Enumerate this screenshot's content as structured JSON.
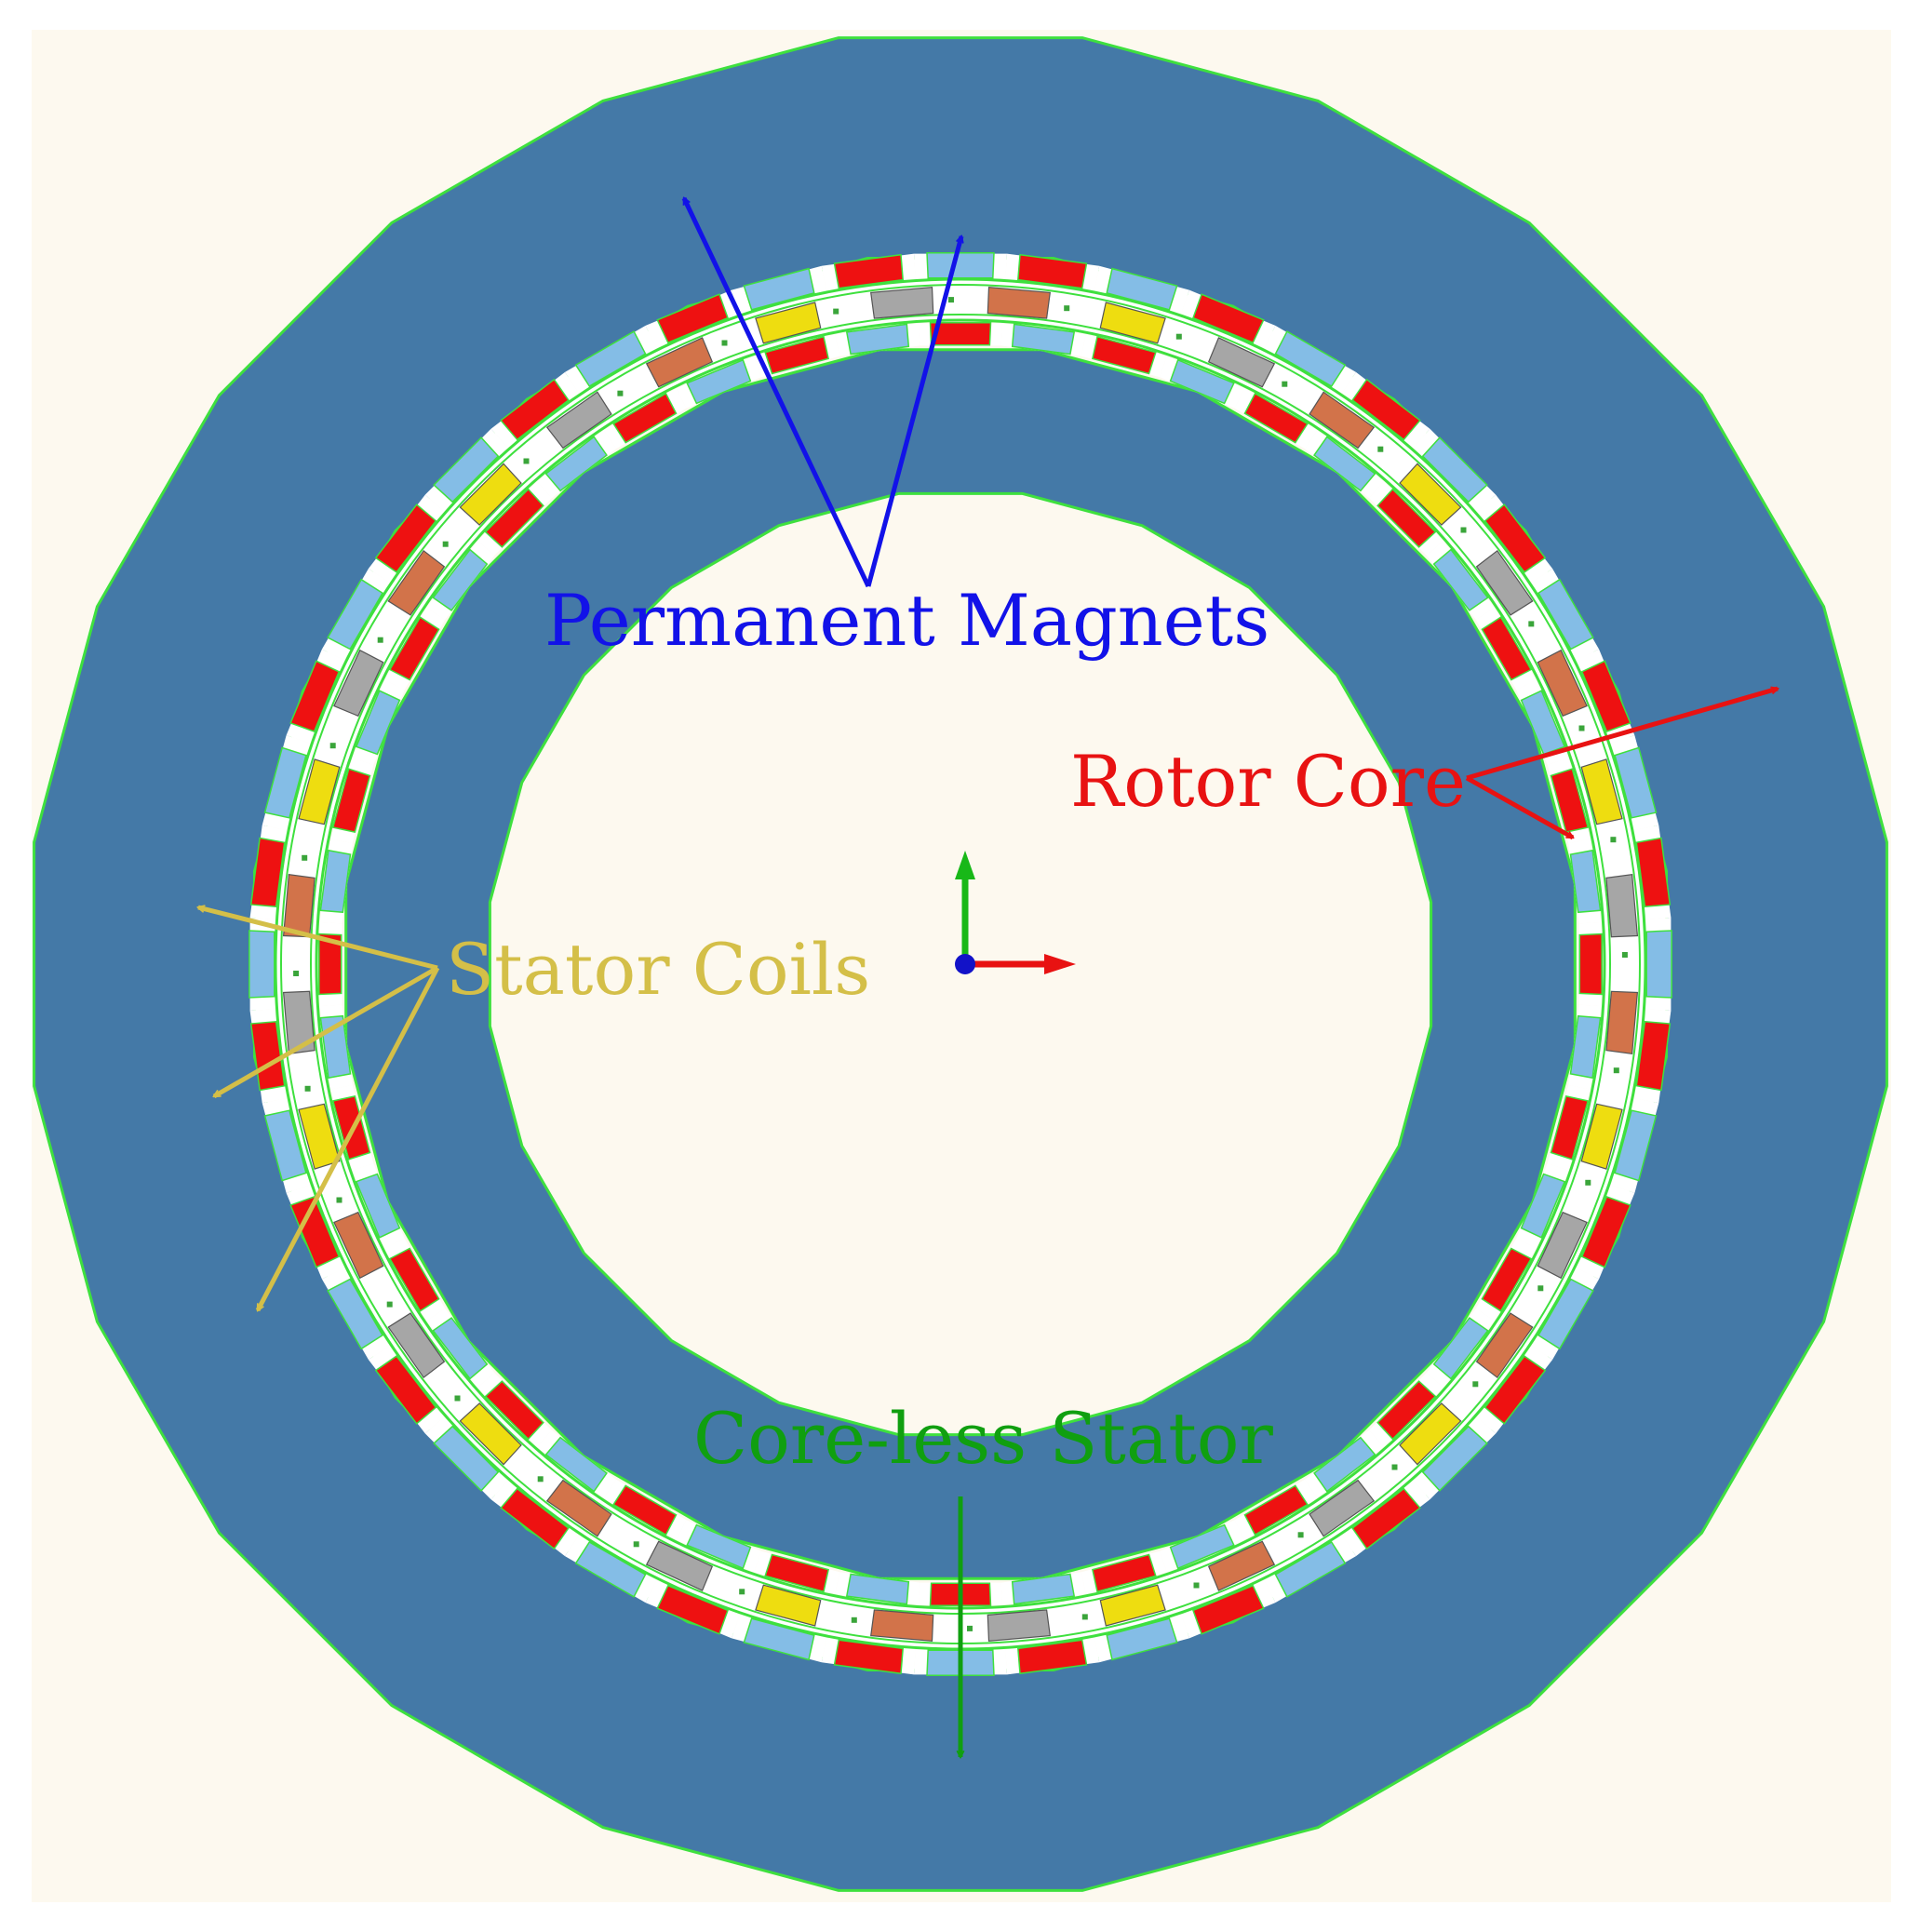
{
  "labels": {
    "permanent_magnets": "Permanent Magnets",
    "rotor_core": "Rotor Core",
    "stator_coils": "Stator Coils",
    "coreless_stator": "Core-less Stator"
  },
  "colors": {
    "background": "#fdf9ef",
    "rotor_core": "#4479a7",
    "outline": "#3ee03e",
    "magnet_red": "#ee1111",
    "magnet_blue": "#84bde6",
    "spacer": "#ffffff",
    "coil_yellow": "#eedd10",
    "coil_copper": "#d2734a",
    "coil_gray": "#a6a6a6",
    "pm_label": "#1212e8",
    "rotor_label": "#e81212",
    "coil_label": "#d4bf48",
    "stator_label": "#109f10",
    "axis_x": "#e81212",
    "axis_y": "#18b818",
    "axis_origin": "#1212c8"
  },
  "machine": {
    "rotor_segments": 24,
    "magnet_count": 48,
    "coil_count": 36,
    "coil_sequence": [
      "coil_copper",
      "coil_yellow",
      "coil_gray"
    ]
  }
}
